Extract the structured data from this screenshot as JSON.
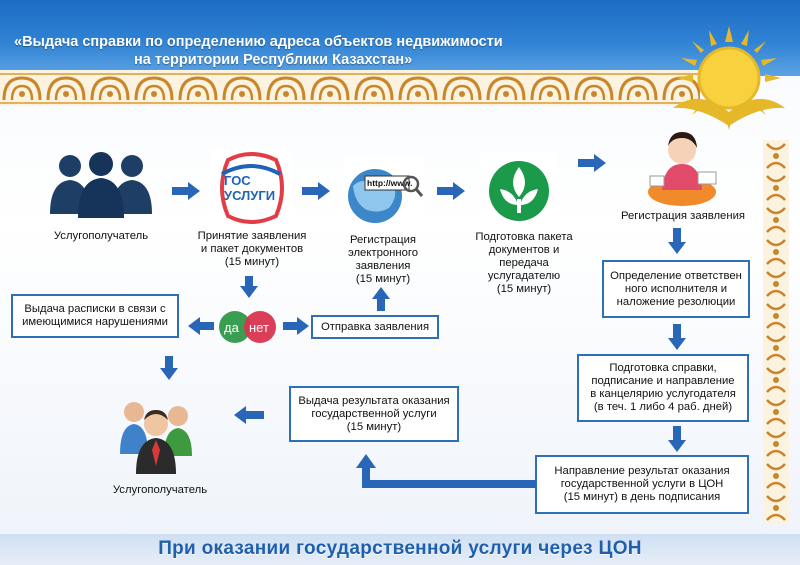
{
  "header": {
    "title_line1": "«Выдача справки по определению адреса объектов недвижимости",
    "title_line2": "на территории Республики Казахстан»"
  },
  "nodes": {
    "recipient_top": "Услугополучатель",
    "accept_line1": "Принятие заявления",
    "accept_line2": "и пакет документов",
    "accept_line3": "(15 минут)",
    "egov_line1": "Регистрация",
    "egov_line2": "электронного",
    "egov_line3": "заявления",
    "egov_line4": "(15 минут)",
    "prep_line1": "Подготовка пакета",
    "prep_line2": "документов и",
    "prep_line3": "передача услугадателю",
    "prep_line4": "(15 минут)",
    "registration": "Регистрация заявления",
    "assign_line1": "Определение ответствен",
    "assign_line2": "ного исполнителя и",
    "assign_line3": "наложение резолюции",
    "cert_line1": "Подготовка справки,",
    "cert_line2": "подписание и направление",
    "cert_line3": "в канцелярию  услугодателя",
    "cert_line4": "(в теч. 1 либо 4 раб. дней)",
    "direct_line1": "Направление результат оказания",
    "direct_line2": "государственной услуги в ЦОН",
    "direct_line3": "(15 минут) в день подписания",
    "issue_line1": "Выдача результата оказания",
    "issue_line2": "государственной услуги",
    "issue_line3": "(15 минут)",
    "receipt_line1": "Выдача расписки в связи с",
    "receipt_line2": "имеющимися нарушениями",
    "send": "Отправка заявления",
    "yes": "да",
    "no": "нет",
    "recipient_bottom": "Услугополучатель"
  },
  "logos": {
    "gos_line1": "ГОС",
    "gos_line2": "УСЛУГИ",
    "www": "http://www."
  },
  "footer": {
    "text": "При оказании государственной услуги через ЦОН"
  },
  "colors": {
    "header_blue": "#2a7ad0",
    "arrow_blue": "#2a66b8",
    "box_border": "#2f6fb7",
    "yes_green": "#3a9e52",
    "no_red": "#d9344f",
    "gold": "#e5b82a"
  },
  "icons": [
    "users-group-icon",
    "gosuslugi-logo",
    "globe-icon",
    "egov-logo",
    "operator-icon",
    "people-group-icon",
    "sun-eagle-emblem"
  ]
}
